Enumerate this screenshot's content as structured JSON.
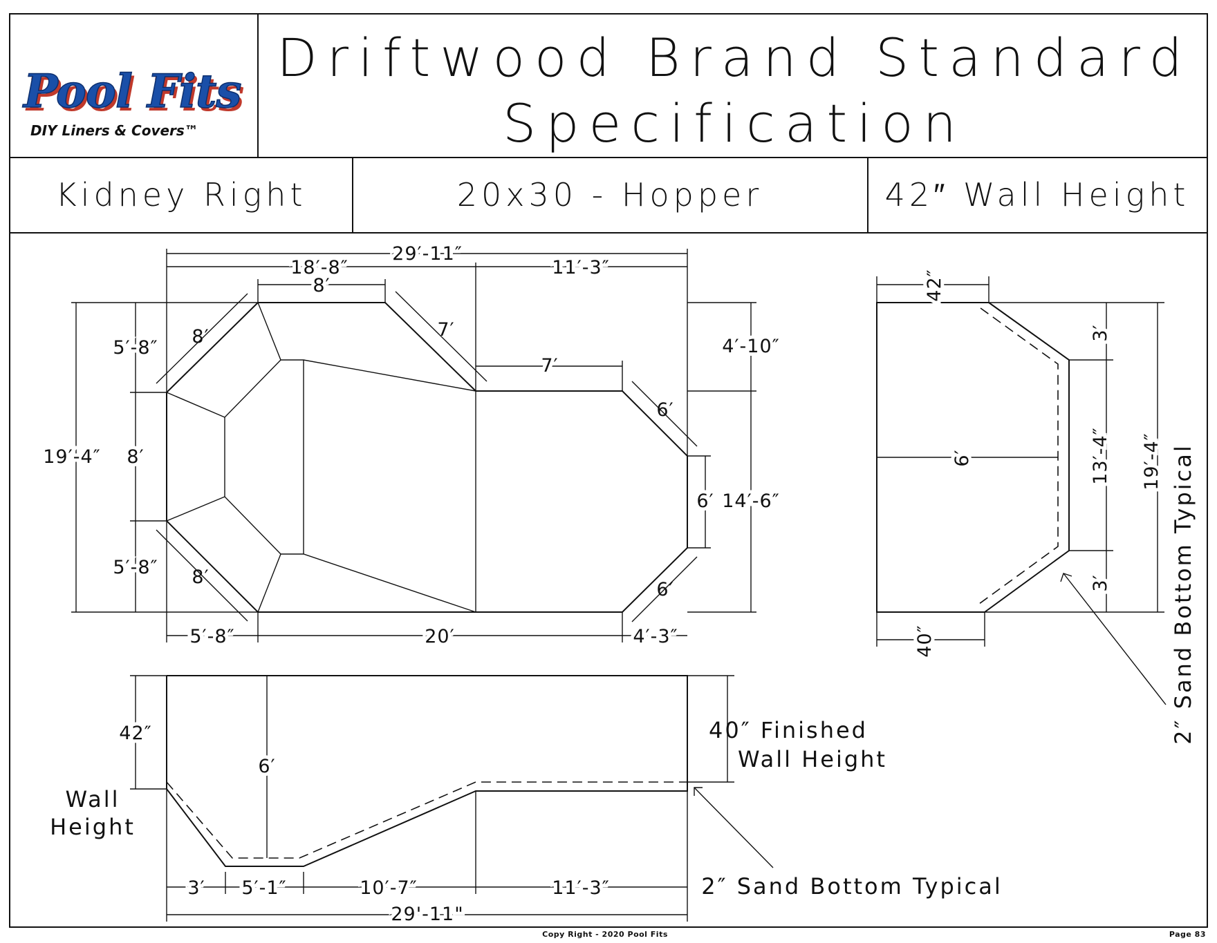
{
  "logo": {
    "name": "Pool Fits",
    "tagline": "DIY Liners & Covers™",
    "colors": {
      "primary": "#1a4fa8",
      "shadow": "#c0392b"
    }
  },
  "header": {
    "title_line1": "Driftwood Brand Standard",
    "title_line2": "Specification"
  },
  "specs": {
    "shape": "Kidney Right",
    "size": "20x30 - Hopper",
    "wall": "42″ Wall Height"
  },
  "plan_view": {
    "dims": {
      "overall_length": "29′-11″",
      "left_length": "18′-8″",
      "top_flat": "8′",
      "right_length": "11′-3″",
      "upper_left_diag": "8′",
      "top_diag": "7′",
      "step_7": "7′",
      "upper_right_diag": "6′",
      "lower_right_diag": "6′",
      "lower_left_diag": "8′",
      "left_upper": "5′-8″",
      "left_mid": "8′",
      "left_lower": "5′-8″",
      "overall_width": "19′-4″",
      "right_top": "4′-10″",
      "right_flat": "6′",
      "right_width": "14′-6″",
      "bottom_left": "5′-8″",
      "bottom_mid": "20′",
      "bottom_right": "4′-3″"
    }
  },
  "end_view": {
    "dims": {
      "top_wall": "42″",
      "bottom_wall": "40″",
      "deep_width": "6′",
      "upper_slope": "3′",
      "deep_flat": "13′-4″",
      "lower_slope": "3′",
      "overall_width": "19′-4″"
    },
    "note": "2″ Sand Bottom Typical"
  },
  "profile_view": {
    "dims": {
      "wall": "42″",
      "depth": "6′",
      "seg1": "3′",
      "seg2": "5′-1″",
      "seg3": "10′-7″",
      "seg4": "11′-3″",
      "overall": "29'-11\""
    },
    "wall_label": [
      "Wall",
      "Height"
    ],
    "finished_label": [
      "40″ Finished",
      "Wall Height"
    ],
    "note": "2″ Sand Bottom Typical"
  },
  "footer": {
    "copyright": "Copy Right - 2020 Pool Fits",
    "page": "Page 83"
  }
}
